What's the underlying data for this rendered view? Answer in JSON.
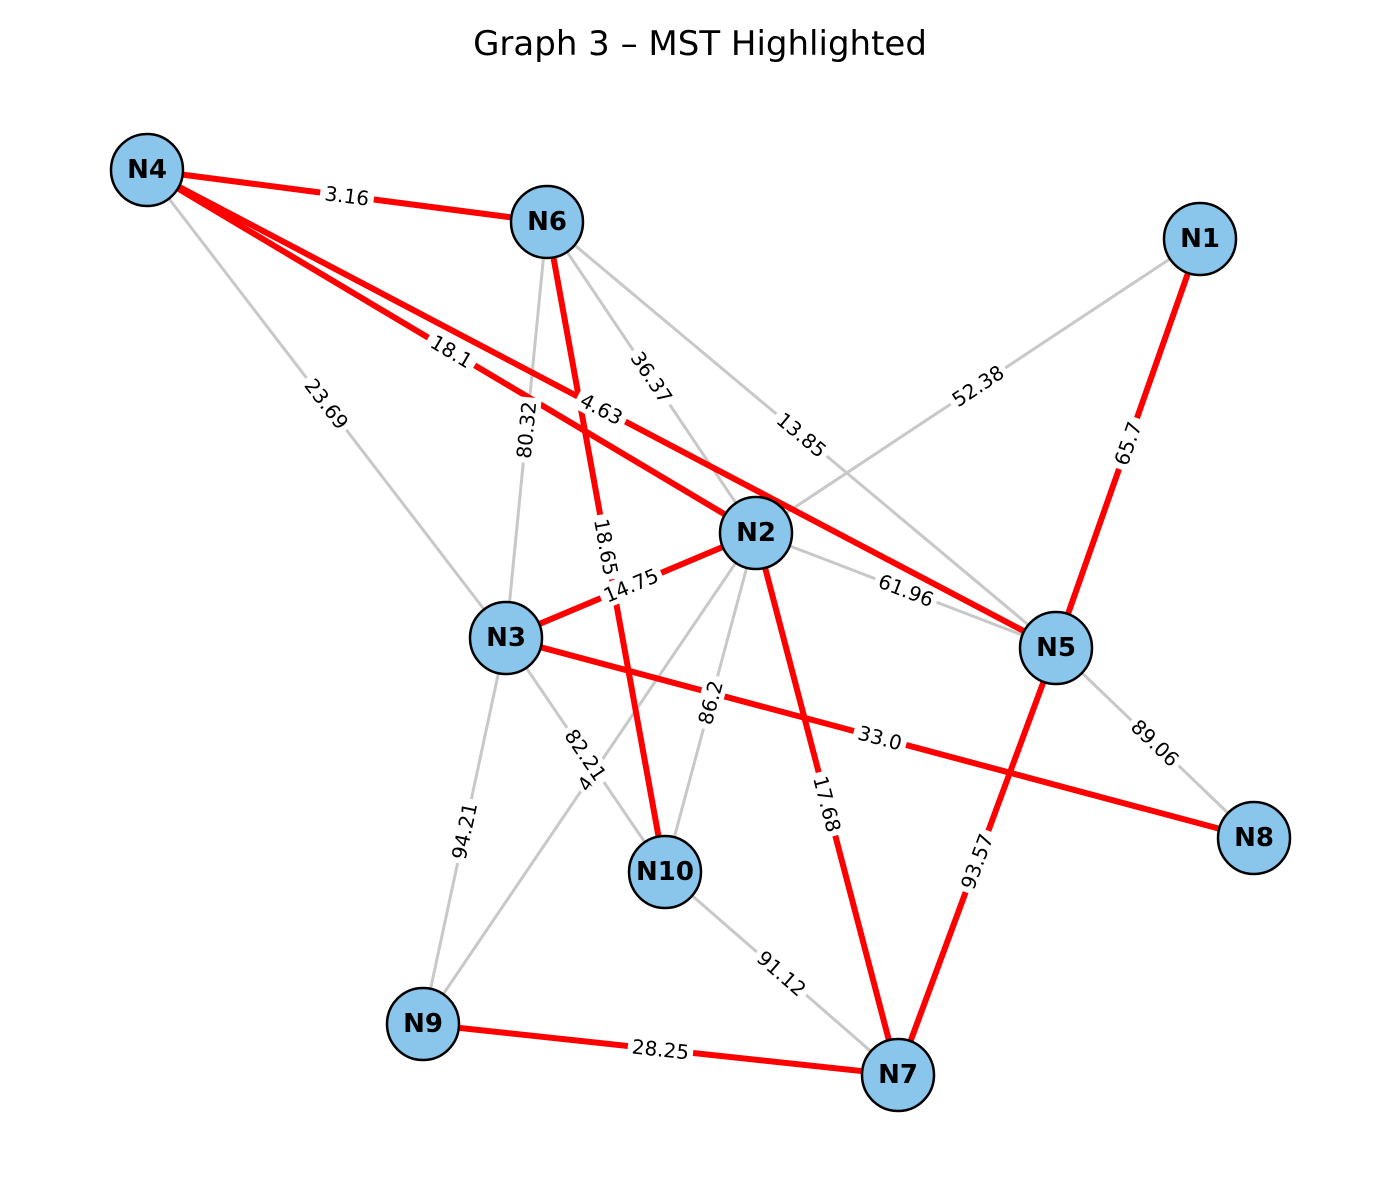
{
  "title": "Graph 3 – MST Highlighted",
  "colors": {
    "mst_edge": "#ff0000",
    "non_mst_edge": "#c8c8c8",
    "node_fill": "#8ac5ec",
    "node_stroke": "#000000"
  },
  "nodes": [
    {
      "id": "N1",
      "label": "N1"
    },
    {
      "id": "N2",
      "label": "N2"
    },
    {
      "id": "N3",
      "label": "N3"
    },
    {
      "id": "N4",
      "label": "N4"
    },
    {
      "id": "N5",
      "label": "N5"
    },
    {
      "id": "N6",
      "label": "N6"
    },
    {
      "id": "N7",
      "label": "N7"
    },
    {
      "id": "N8",
      "label": "N8"
    },
    {
      "id": "N9",
      "label": "N9"
    },
    {
      "id": "N10",
      "label": "N10"
    }
  ],
  "edges": [
    {
      "from": "N4",
      "to": "N3",
      "weight": "23.69",
      "mst": false
    },
    {
      "from": "N6",
      "to": "N3",
      "weight": "80.32",
      "mst": false
    },
    {
      "from": "N6",
      "to": "N2",
      "weight": "36.37",
      "mst": false
    },
    {
      "from": "N6",
      "to": "N5",
      "weight": "13.85",
      "mst": false
    },
    {
      "from": "N1",
      "to": "N2",
      "weight": "52.38",
      "mst": false
    },
    {
      "from": "N2",
      "to": "N5",
      "weight": "61.96",
      "mst": false
    },
    {
      "from": "N2",
      "to": "N9",
      "weight": "43",
      "mst": false
    },
    {
      "from": "N2",
      "to": "N10",
      "weight": "86.2",
      "mst": false
    },
    {
      "from": "N3",
      "to": "N10",
      "weight": "82.21",
      "mst": false
    },
    {
      "from": "N3",
      "to": "N9",
      "weight": "94.21",
      "mst": false
    },
    {
      "from": "N5",
      "to": "N8",
      "weight": "89.06",
      "mst": false
    },
    {
      "from": "N10",
      "to": "N7",
      "weight": "91.12",
      "mst": false
    },
    {
      "from": "N4",
      "to": "N6",
      "weight": "3.16",
      "mst": true
    },
    {
      "from": "N4",
      "to": "N2",
      "weight": "18.1",
      "mst": true
    },
    {
      "from": "N4",
      "to": "N5",
      "weight": "4.63",
      "mst": true
    },
    {
      "from": "N6",
      "to": "N10",
      "weight": "18.65",
      "mst": true
    },
    {
      "from": "N1",
      "to": "N5",
      "weight": "65.7",
      "mst": true
    },
    {
      "from": "N2",
      "to": "N3",
      "weight": "14.75",
      "mst": true
    },
    {
      "from": "N2",
      "to": "N7",
      "weight": "17.68",
      "mst": true
    },
    {
      "from": "N3",
      "to": "N8",
      "weight": "33.0",
      "mst": true
    },
    {
      "from": "N5",
      "to": "N7",
      "weight": "93.57",
      "mst": true
    },
    {
      "from": "N9",
      "to": "N7",
      "weight": "28.25",
      "mst": true
    }
  ]
}
